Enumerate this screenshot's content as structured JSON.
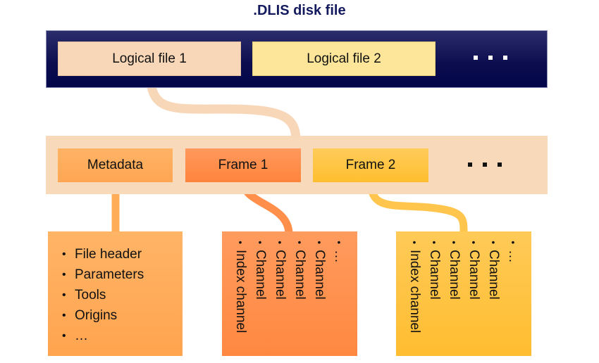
{
  "title": ".DLIS disk file",
  "colors": {
    "disk_band": "#0a0c4e",
    "logical_band": "#f8d9b9",
    "logical_file_1": "#f8d7b8",
    "logical_file_2": "#fde699",
    "metadata": "#ffad5c",
    "frame_1": "#ff8f4b",
    "frame_2": "#ffc544"
  },
  "disk": {
    "logical_files": [
      {
        "label": "Logical file 1"
      },
      {
        "label": "Logical file 2"
      }
    ],
    "more_indicator": "ellipsis-icon"
  },
  "logical_file": {
    "segments": [
      {
        "label": "Metadata"
      },
      {
        "label": "Frame 1"
      },
      {
        "label": "Frame 2"
      }
    ],
    "more_indicator": "ellipsis-icon"
  },
  "metadata_contents": [
    "File header",
    "Parameters",
    "Tools",
    "Origins",
    "…"
  ],
  "frame_1_contents": [
    "Index channel",
    "Channel",
    "Channel",
    "Channel",
    "Channel",
    "…"
  ],
  "frame_2_contents": [
    "Index channel",
    "Channel",
    "Channel",
    "Channel",
    "Channel",
    "…"
  ]
}
